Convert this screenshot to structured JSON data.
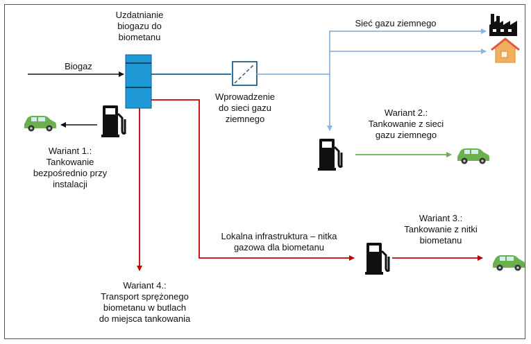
{
  "colors": {
    "biogas_line": "#111111",
    "upgrading_unit": "#1f9ad6",
    "grid_line": "#2f6f9e",
    "grid_light": "#8fb4dc",
    "green_line": "#6bae56",
    "red_line": "#c00000",
    "car": "#6ab04c",
    "house": "#f0b060",
    "pump": "#111111"
  },
  "icons": [
    "fuel-pump-icon",
    "car-icon",
    "factory-icon",
    "house-icon",
    "grid-injection-valve-icon"
  ],
  "labels": {
    "upgrading": [
      "Uzdatnianie",
      "biogazu do",
      "biometanu"
    ],
    "biogas": "Biogaz",
    "grid": "Sieć gazu ziemnego",
    "injection": [
      "Wprowadzenie",
      "do sieci gazu",
      "ziemnego"
    ],
    "variant1": [
      "Wariant 1.:",
      "Tankowanie",
      "bezpośrednio przy",
      "instalacji"
    ],
    "variant2": [
      "Wariant 2.:",
      "Tankowanie z sieci",
      "gazu ziemnego"
    ],
    "local_infra": [
      "Lokalna infrastruktura – nitka",
      "gazowa dla biometanu"
    ],
    "variant3": [
      "Wariant 3.:",
      "Tankowanie z nitki",
      "biometanu"
    ],
    "variant4": [
      "Wariant 4.:",
      "Transport sprężonego",
      "biometanu w butlach",
      "do miejsca tankowania"
    ]
  }
}
